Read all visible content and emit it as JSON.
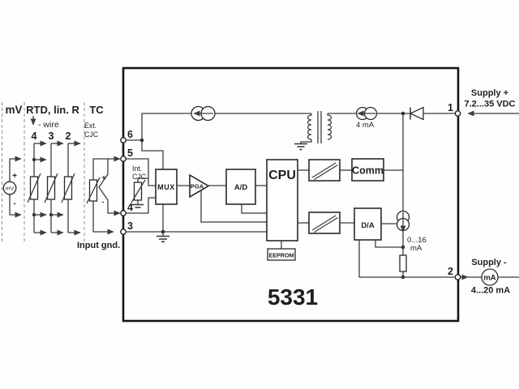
{
  "device": {
    "model": "5331"
  },
  "inputs": {
    "mv": {
      "header": "mV",
      "source": "mV",
      "plus": "+",
      "minus": "-"
    },
    "rtd": {
      "header": "RTD, lin. R",
      "wire_note": "- wire",
      "wires": [
        "4",
        "3",
        "2"
      ]
    },
    "tc": {
      "header": "TC",
      "ext_cjc_line1": "Ext.",
      "ext_cjc_line2": "CJC",
      "plus": "+",
      "minus": "-"
    },
    "ground_note": "Input gnd."
  },
  "terminals": {
    "t6": "6",
    "t5": "5",
    "t4": "4",
    "t3": "3",
    "t1": "1",
    "t2": "2"
  },
  "blocks": {
    "int_cjc_line1": "Int.",
    "int_cjc_line2": "CJC",
    "mux": "MUX",
    "pga": "PGA",
    "adc": "A/D",
    "cpu": "CPU",
    "eeprom": "EEPROM",
    "comm": "Comm",
    "dac": "D/A"
  },
  "annotations": {
    "excitation_current": "4 mA",
    "output_current_line1": "0...16",
    "output_current_line2": "mA",
    "supply_plus": "Supply +",
    "supply_plus_range": "7.2...35 VDC",
    "supply_minus": "Supply -",
    "loop_current": "4...20 mA",
    "meter": "mA"
  },
  "colors": {
    "line": "#3c3c3c",
    "box_border": "#161616",
    "text": "#1f1f1f",
    "background": "#ffffff"
  }
}
